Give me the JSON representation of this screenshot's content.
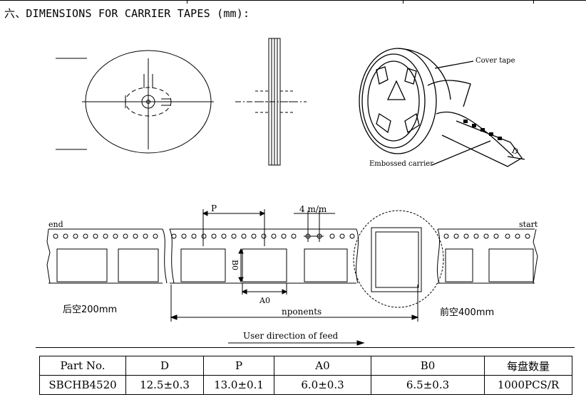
{
  "heading": "六、DIMENSIONS FOR CARRIER TAPES (mm):",
  "drawing": {
    "cover_tape": "Cover tape",
    "embossed_carrier": "Embossed carrier",
    "dim_d": "D",
    "end": "end",
    "start": "start",
    "p": "P",
    "pitch_4": "4 m/m",
    "b0": "B0",
    "a0": "A0",
    "rear_empty": "后空200mm",
    "front_empty": "前空400mm",
    "components": "nponents",
    "feed": "User direction of feed"
  },
  "table": {
    "headers": [
      "Part No.",
      "D",
      "P",
      "A0",
      "B0",
      "每盘数量"
    ],
    "rows": [
      [
        "SBCHB4520",
        "12.5±0.3",
        "13.0±0.1",
        "6.0±0.3",
        "6.5±0.3",
        "1000PCS/R"
      ]
    ]
  }
}
